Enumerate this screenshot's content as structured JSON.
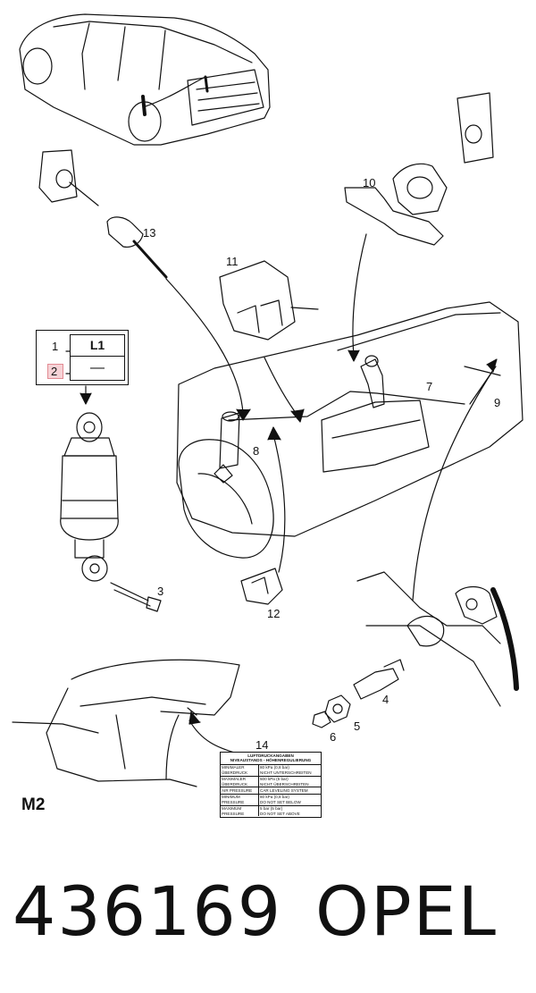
{
  "callouts": {
    "c1": "1",
    "c2": "2",
    "c3": "3",
    "c4": "4",
    "c5": "5",
    "c6": "6",
    "c7": "7",
    "c8": "8",
    "c9": "9",
    "c10": "10",
    "c11": "11",
    "c12": "12",
    "c13": "13",
    "c14": "14"
  },
  "legend_box": {
    "label": "L1",
    "dash": "—"
  },
  "section_code": "M2",
  "plate": {
    "header": [
      "LUFTDRUCKANGABEN",
      "NIVEAUSTANDS - HÖHENREGULIERUNG"
    ],
    "rows": [
      {
        "left": [
          "MINIMALER",
          "ÜBERDRUCK"
        ],
        "right": [
          "80 kPa (0,8 bar)",
          "NICHT UNTERSCHREITEN"
        ]
      },
      {
        "left": [
          "MAXIMALER",
          "ÜBERDRUCK"
        ],
        "right": [
          "500 kPa (5 bar)",
          "NICHT ÜBERSCHREITEN"
        ]
      },
      {
        "left": [
          "AIR PRESSURE"
        ],
        "right": [
          "CAR LEVELING SYSTEM"
        ]
      },
      {
        "left": [
          "MINIMUM",
          "PRESSURE"
        ],
        "right": [
          "80 kPa (0,8 bar)",
          "DO NOT SET BELOW"
        ]
      },
      {
        "left": [
          "MAXIMUM",
          "PRESSURE"
        ],
        "right": [
          "5 bar (5 bar)",
          "DO NOT SET ABOVE"
        ]
      }
    ]
  },
  "footer": {
    "part_number": "436169",
    "brand": "OPEL"
  },
  "colors": {
    "line": "#111111",
    "highlight": "#f6d2d6",
    "highlight_border": "#e28b93"
  }
}
